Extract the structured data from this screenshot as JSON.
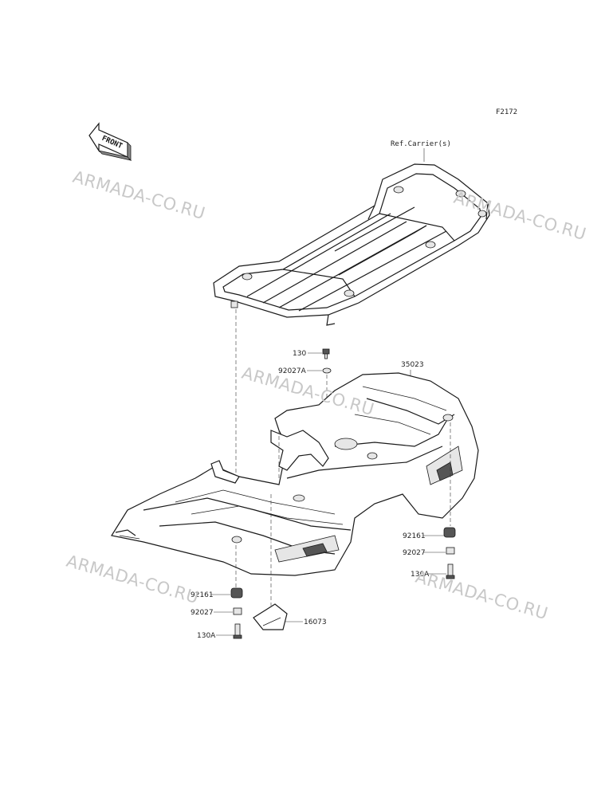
{
  "diagram_code": "F2172",
  "ref_label": "Ref.Carrier(s)",
  "front_label": "FRONT",
  "watermarks": [
    "ARMADA-CO.RU",
    "ARMADA-CO.RU",
    "ARMADA-CO.RU",
    "ARMADA-CO.RU",
    "ARMADA-CO.RU"
  ],
  "parts": {
    "p130_top": "130",
    "p92027a": "92027A",
    "p35023": "35023",
    "p92161_right": "92161",
    "p92027_right": "92027",
    "p130a_right": "130A",
    "p92161_left": "92161",
    "p92027_left": "92027",
    "p130a_left": "130A",
    "p16073": "16073"
  }
}
